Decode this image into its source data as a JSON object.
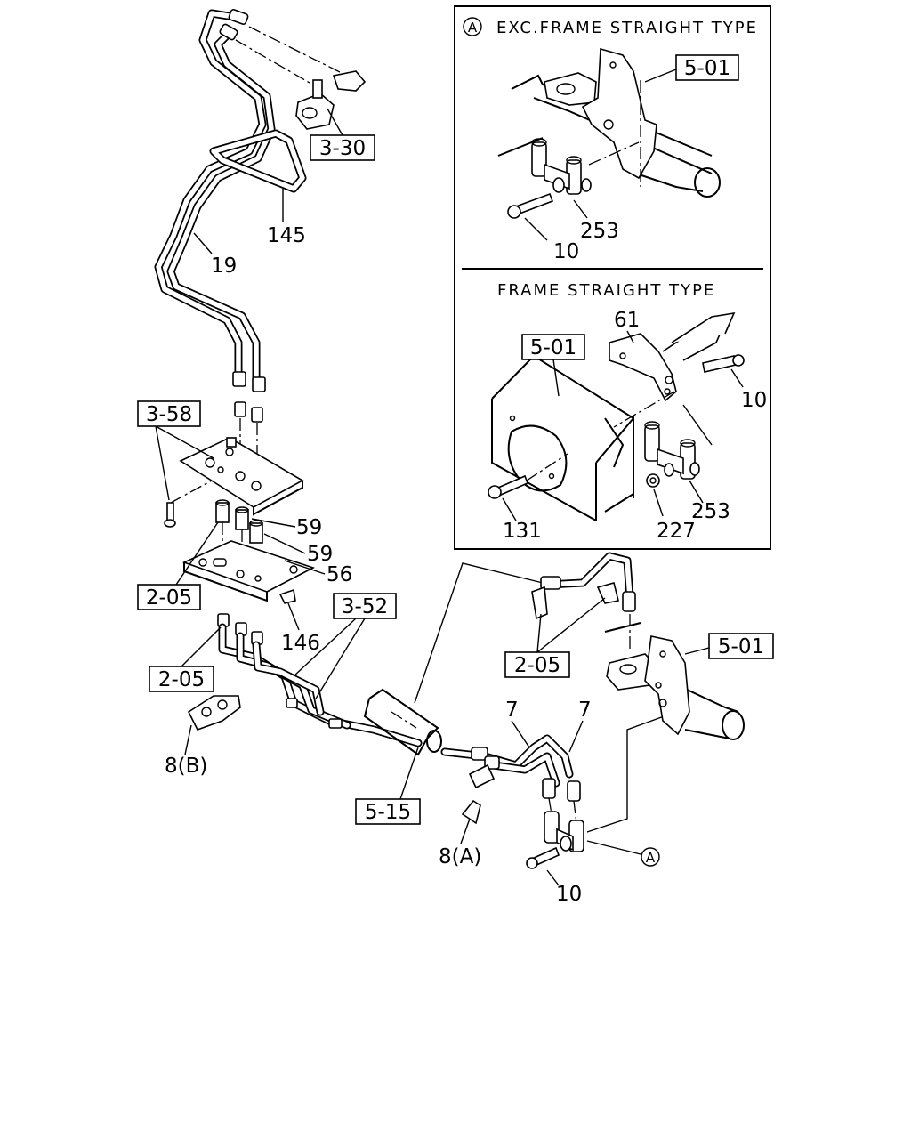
{
  "inset": {
    "type_a_marker": "A",
    "type_a_title": "EXC.FRAME STRAIGHT TYPE",
    "type_b_title": "FRAME STRAIGHT TYPE",
    "ref_501_a": "5-01",
    "ref_501_b": "5-01",
    "num_253_a": "253",
    "num_10_a": "10",
    "num_61": "61",
    "num_10_b": "10",
    "num_253_b": "253",
    "num_131": "131",
    "num_227": "227"
  },
  "main": {
    "ref_330": "3-30",
    "num_145": "145",
    "num_19": "19",
    "ref_358": "3-58",
    "num_59_a": "59",
    "num_59_b": "59",
    "num_56": "56",
    "ref_205_a": "2-05",
    "ref_352": "3-52",
    "num_146": "146",
    "ref_205_b": "2-05",
    "num_8b": "8(B)",
    "ref_515": "5-15",
    "num_8a": "8(A)",
    "ref_205_c": "2-05",
    "ref_501_c": "5-01",
    "num_7_a": "7",
    "num_7_b": "7",
    "num_10_c": "10",
    "callout_a": "A"
  }
}
